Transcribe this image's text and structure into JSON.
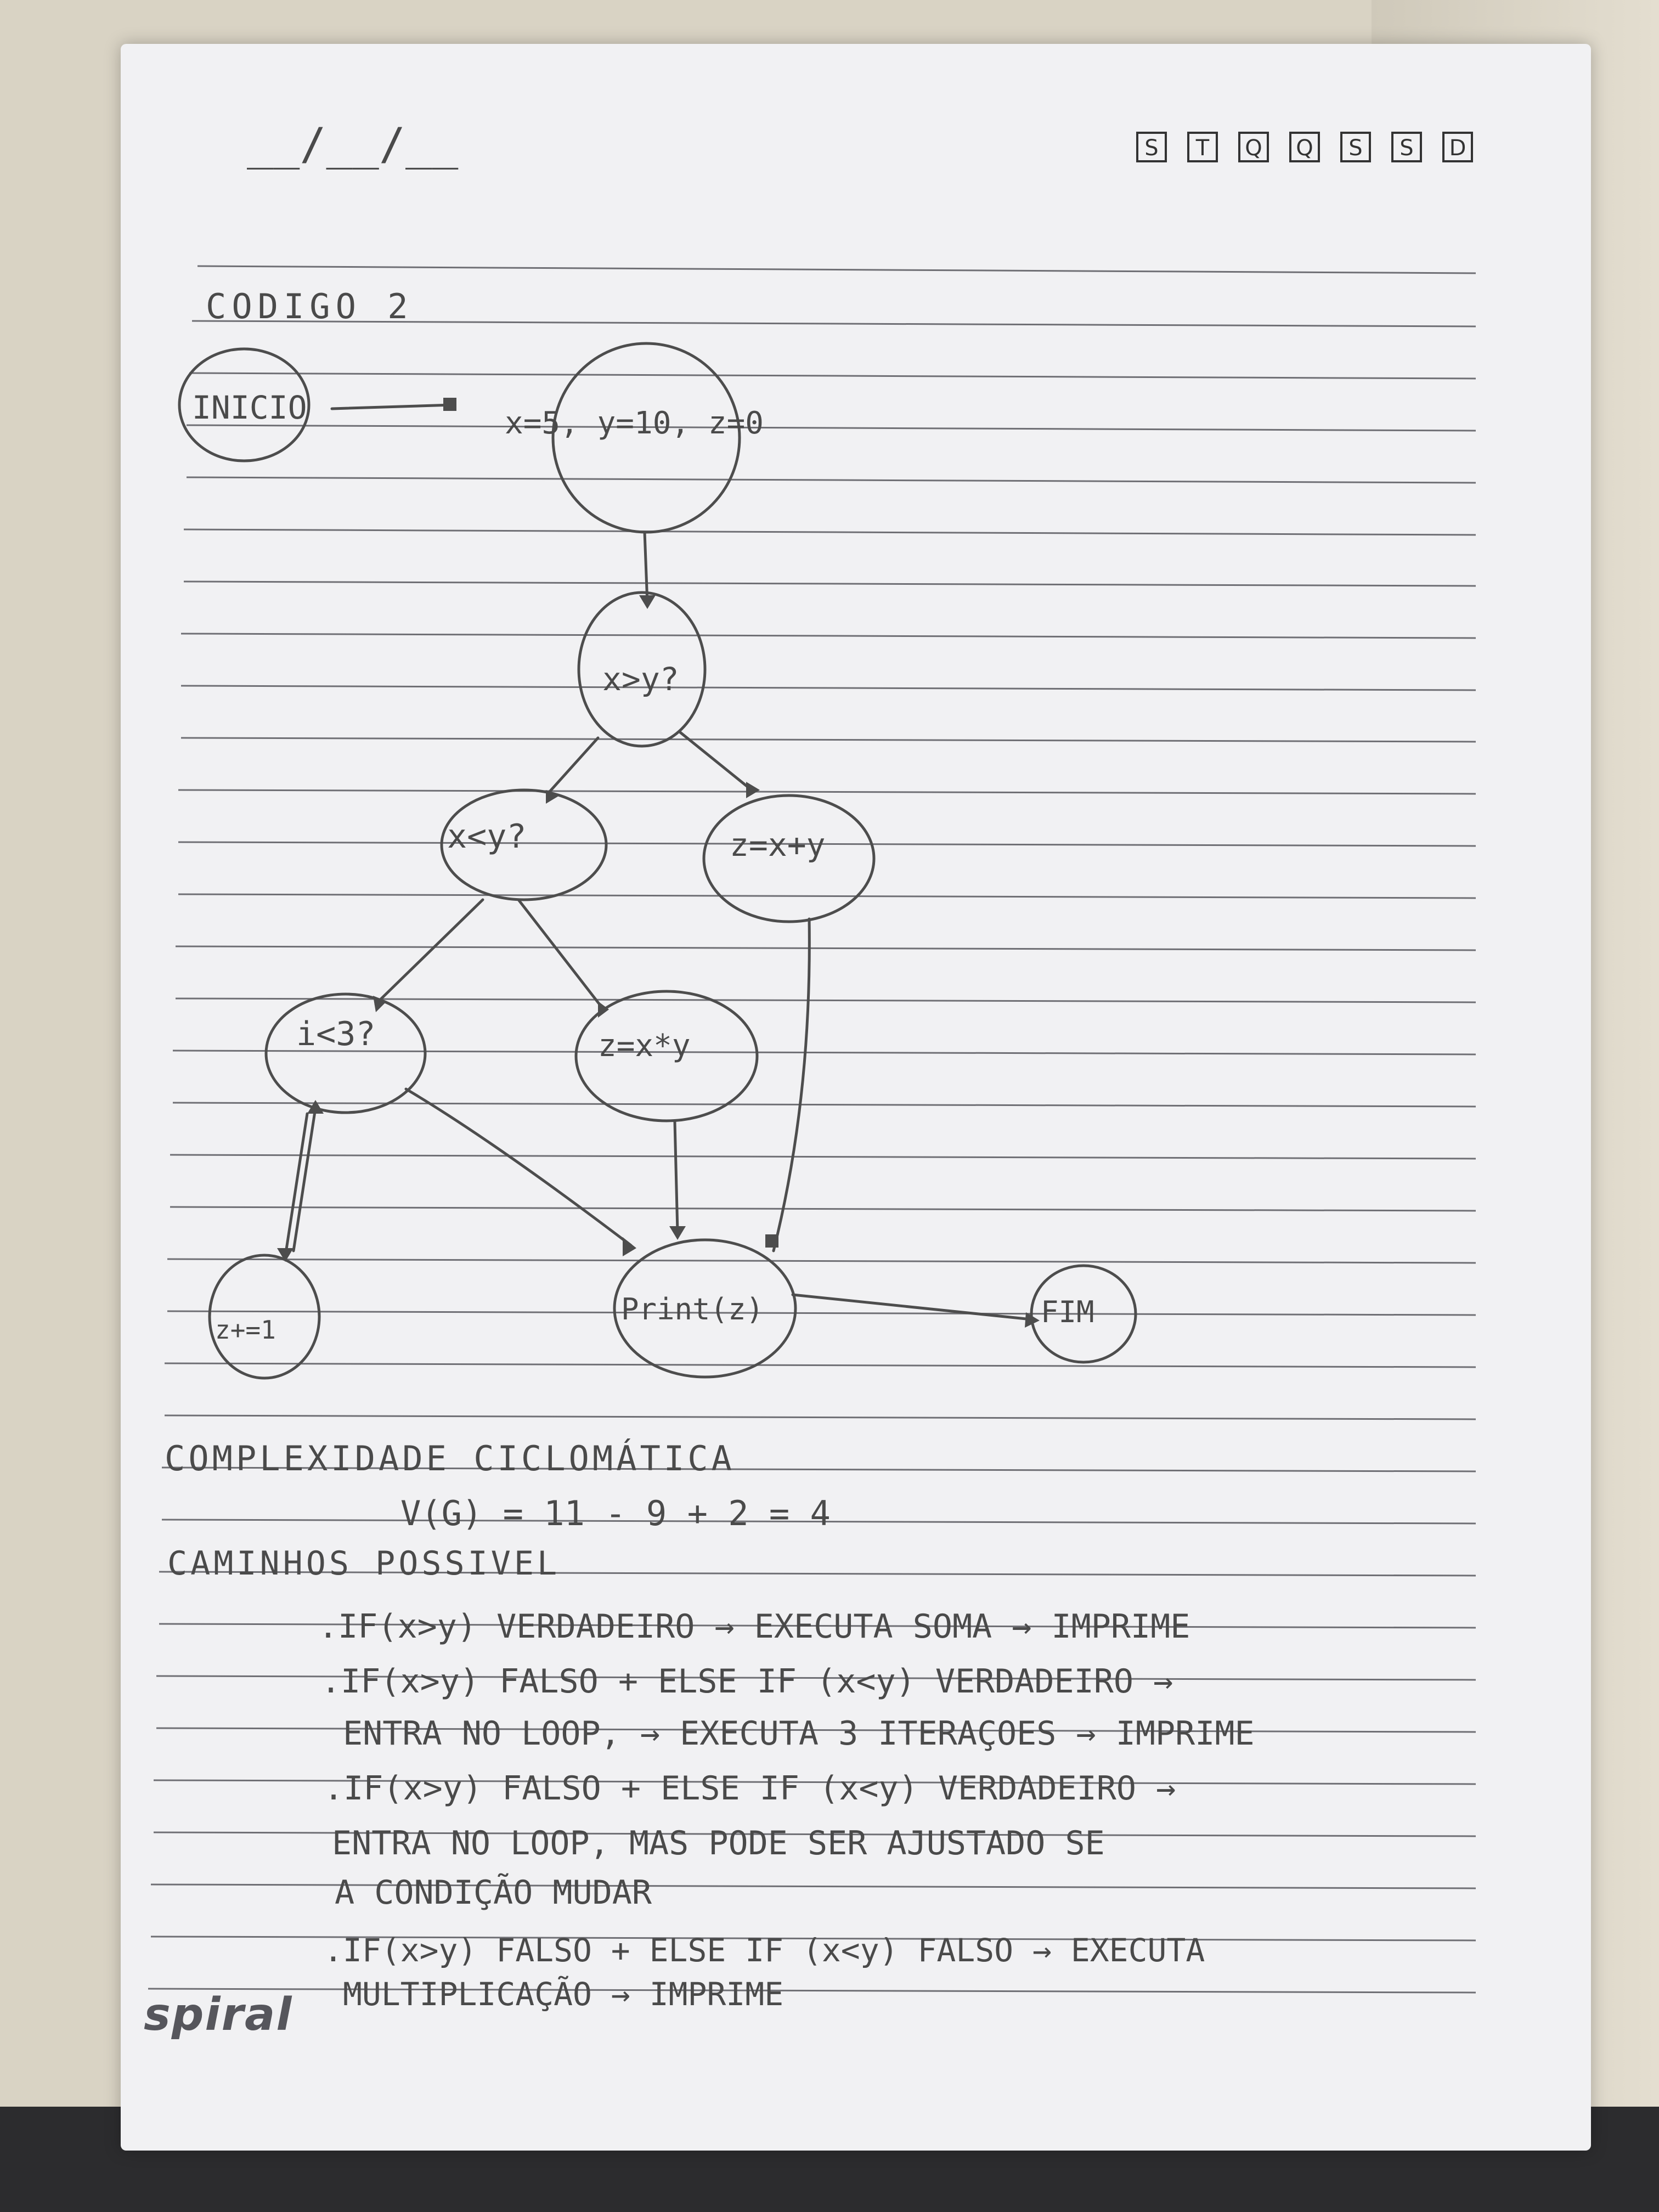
{
  "header": {
    "date_blanks": "__/__/__",
    "weekday_boxes": [
      "S",
      "T",
      "Q",
      "Q",
      "S",
      "S",
      "D"
    ]
  },
  "title": "CODIGO 2",
  "diagram": {
    "nodes": [
      {
        "id": "inicio",
        "label": "INICIO"
      },
      {
        "id": "init",
        "label": "x=5, y=10, z=0"
      },
      {
        "id": "cond1",
        "label": "x>y?"
      },
      {
        "id": "cond2",
        "label": "x<y?"
      },
      {
        "id": "sum",
        "label": "z=x+y"
      },
      {
        "id": "cond3",
        "label": "i<3?"
      },
      {
        "id": "mult",
        "label": "z=x*y"
      },
      {
        "id": "inc",
        "label": "z+=1"
      },
      {
        "id": "print",
        "label": "Print(z)"
      },
      {
        "id": "fim",
        "label": "FIM"
      }
    ],
    "edges": [
      {
        "from": "inicio",
        "to": "init"
      },
      {
        "from": "init",
        "to": "cond1"
      },
      {
        "from": "cond1",
        "to": "cond2"
      },
      {
        "from": "cond1",
        "to": "sum"
      },
      {
        "from": "cond2",
        "to": "cond3"
      },
      {
        "from": "cond2",
        "to": "mult"
      },
      {
        "from": "cond3",
        "to": "inc"
      },
      {
        "from": "inc",
        "to": "cond3"
      },
      {
        "from": "cond3",
        "to": "print"
      },
      {
        "from": "mult",
        "to": "print"
      },
      {
        "from": "sum",
        "to": "print"
      },
      {
        "from": "print",
        "to": "fim"
      }
    ]
  },
  "notes": {
    "complexity_heading": "COMPLEXIDADE CICLOMÁTICA",
    "complexity_formula": "V(G) = 11 - 9 + 2 = 4",
    "paths_heading": "CAMINHOS POSSIVEL",
    "lines": [
      ".IF(x>y) VERDADEIRO → EXECUTA SOMA → IMPRIME",
      ".IF(x>y) FALSO + ELSE IF (x<y) VERDADEIRO →",
      "ENTRA NO LOOP, → EXECUTA 3 ITERAÇOES → IMPRIME",
      ".IF(x>y) FALSO + ELSE IF (x<y) VERDADEIRO →",
      "ENTRA NO LOOP, MAS PODE SER AJUSTADO SE",
      "A CONDIÇÃO MUDAR",
      ".IF(x>y) FALSO + ELSE IF (x<y) FALSO → EXECUTA",
      "MULTIPLICAÇÃO → IMPRIME"
    ]
  },
  "brand": "spiral"
}
